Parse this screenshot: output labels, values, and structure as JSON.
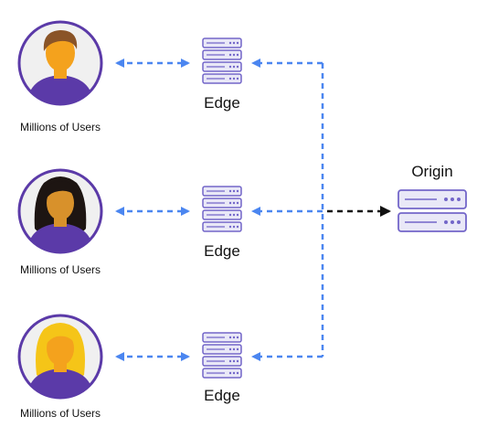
{
  "diagram": {
    "users": [
      {
        "label": "Millions of Users",
        "avatar": "male-user-avatar"
      },
      {
        "label": "Millions of Users",
        "avatar": "female-user-avatar-dark-hair"
      },
      {
        "label": "Millions of Users",
        "avatar": "female-user-avatar-blonde-hair"
      }
    ],
    "edges": [
      {
        "label": "Edge",
        "icon": "server-rack-icon"
      },
      {
        "label": "Edge",
        "icon": "server-rack-icon"
      },
      {
        "label": "Edge",
        "icon": "server-rack-icon"
      }
    ],
    "origin": {
      "label": "Origin",
      "icon": "server-stack-icon"
    },
    "colors": {
      "purple": "#5b3aa8",
      "circle_bg": "#f0f0f0",
      "skin": "#f4a21d",
      "blue_arrow": "#4b86f0",
      "black_arrow": "#111111",
      "server_fill": "#e9e8f7",
      "server_stroke": "#7366c9"
    }
  }
}
